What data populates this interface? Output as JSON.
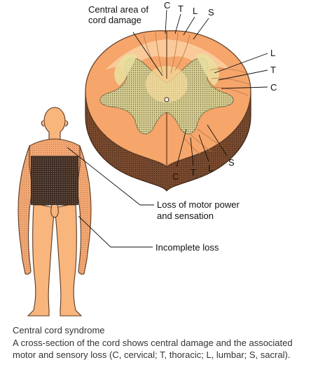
{
  "labels": {
    "central_area_line1": "Central area of",
    "central_area_line2": "cord damage",
    "top_c": "C",
    "top_t": "T",
    "top_l": "L",
    "top_s": "S",
    "right_l": "L",
    "right_t": "T",
    "right_c": "C",
    "bottom_c": "C",
    "bottom_t": "T",
    "bottom_l": "L",
    "bottom_s": "S",
    "motor_line1": "Loss of motor power",
    "motor_line2": "and sensation",
    "incomplete": "Incomplete loss"
  },
  "caption": {
    "title": "Central cord syndrome",
    "body": "A cross-section of the cord shows central damage and the associated motor and sensory loss (C, cervical; T, thoracic; L, lumbar; S, sacral)."
  },
  "colors": {
    "white_matter": "#f6a56b",
    "white_matter_light": "#fbd3a8",
    "gray_matter": "#c9c48e",
    "cut_side": "#8a5334",
    "body_skin": "#f8b57c",
    "damage_yellow": "#e9e1a0"
  }
}
